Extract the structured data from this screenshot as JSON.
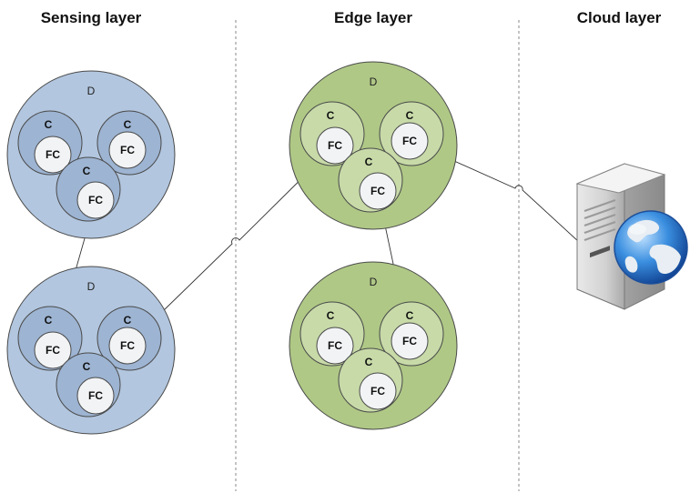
{
  "layers": [
    {
      "title": "Sensing layer"
    },
    {
      "title": "Edge layer"
    },
    {
      "title": "Cloud layer"
    }
  ],
  "labels": {
    "domain": "D",
    "cluster": "C",
    "fog_computing": "FC"
  },
  "colors": {
    "sensing_fill": "#b2c6df",
    "sensing_inner": "#9db4d2",
    "edge_fill": "#afc886",
    "edge_inner": "#c7daa8",
    "fc_fill": "#f1f3f5",
    "outline": "#4a4a4a",
    "link": "#333333",
    "divider": "#8a8a8a"
  },
  "icons": [
    "server-icon",
    "globe-icon"
  ]
}
